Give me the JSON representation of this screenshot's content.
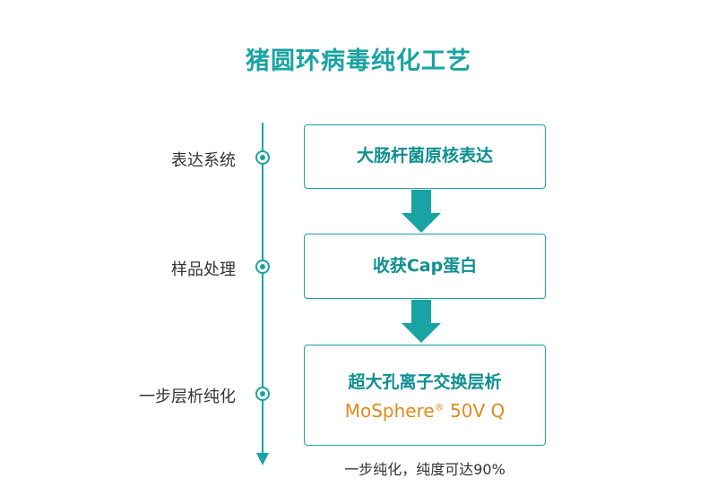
{
  "title": "猪圆环病毒纯化工艺",
  "stages": [
    {
      "label": "表达系统",
      "box_text": "大肠杆菌原核表达"
    },
    {
      "label": "样品处理",
      "box_text": "收获Cap蛋白"
    },
    {
      "label": "一步层析纯化",
      "box_text": "超大孔离子交换层析",
      "product_name": "MoSphere",
      "product_mark": "®",
      "product_model": "50V Q"
    }
  ],
  "note": "一步纯化，纯度可达90%",
  "colors": {
    "primary": "#1aa3a3",
    "accent": "#e08a1e",
    "text": "#333333"
  }
}
